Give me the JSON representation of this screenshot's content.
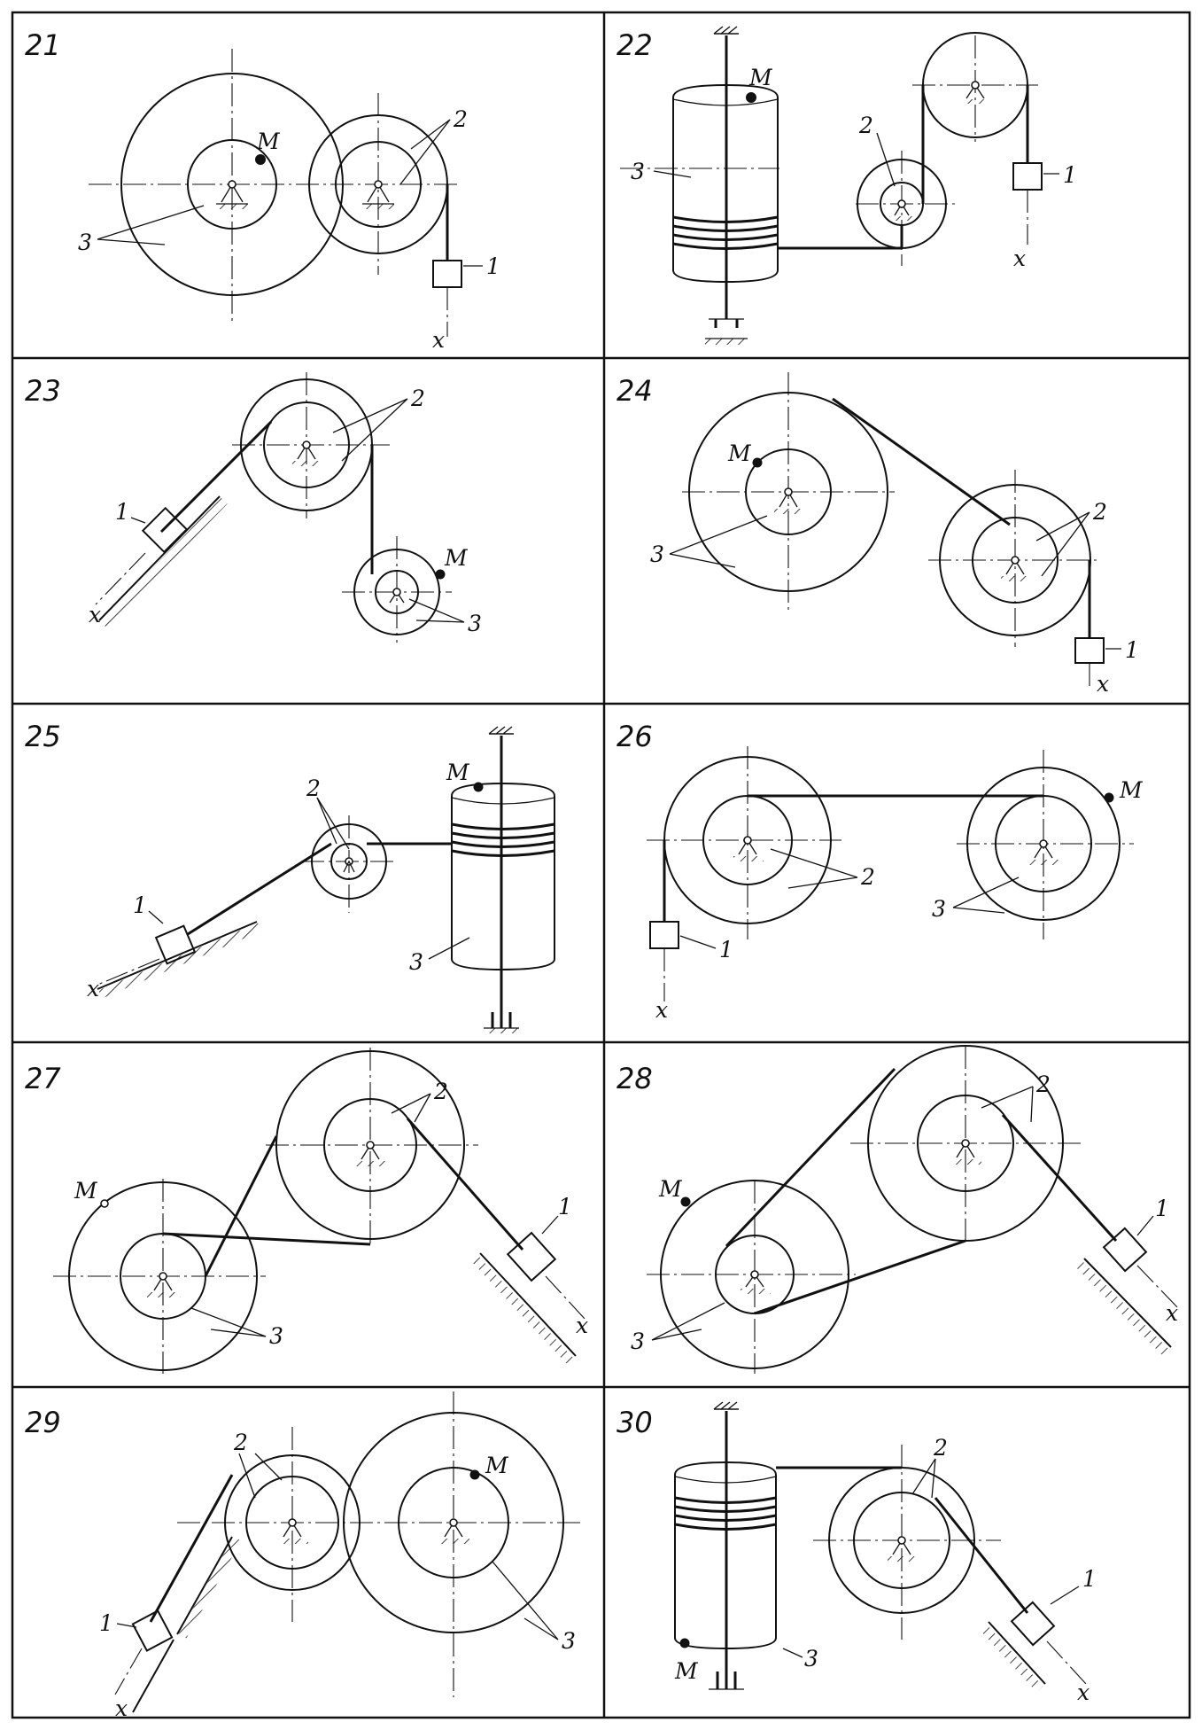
{
  "panels": [
    {
      "id": "21",
      "labels": {
        "m": "M",
        "body1": "1",
        "body2": "2",
        "body3": "3",
        "axis": "x"
      }
    },
    {
      "id": "22",
      "labels": {
        "m": "M",
        "body1": "1",
        "body2": "2",
        "body3": "3",
        "axis": "x"
      }
    },
    {
      "id": "23",
      "labels": {
        "m": "M",
        "body1": "1",
        "body2": "2",
        "body3": "3",
        "axis": "x"
      }
    },
    {
      "id": "24",
      "labels": {
        "m": "M",
        "body1": "1",
        "body2": "2",
        "body3": "3",
        "axis": "x"
      }
    },
    {
      "id": "25",
      "labels": {
        "m": "M",
        "body1": "1",
        "body2": "2",
        "body3": "3",
        "axis": "x"
      }
    },
    {
      "id": "26",
      "labels": {
        "m": "M",
        "body1": "1",
        "body2": "2",
        "body3": "3",
        "axis": "x"
      }
    },
    {
      "id": "27",
      "labels": {
        "m": "M",
        "body1": "1",
        "body2": "2",
        "body3": "3",
        "axis": "x"
      }
    },
    {
      "id": "28",
      "labels": {
        "m": "M",
        "body1": "1",
        "body2": "2",
        "body3": "3",
        "axis": "x"
      }
    },
    {
      "id": "29",
      "labels": {
        "m": "M",
        "body1": "1",
        "body2": "2",
        "body3": "3",
        "axis": "x"
      }
    },
    {
      "id": "30",
      "labels": {
        "m": "M",
        "body1": "1",
        "body2": "2",
        "body3": "3",
        "axis": "x"
      }
    }
  ],
  "colors": {
    "ink": "#111111",
    "paper": "#ffffff"
  }
}
